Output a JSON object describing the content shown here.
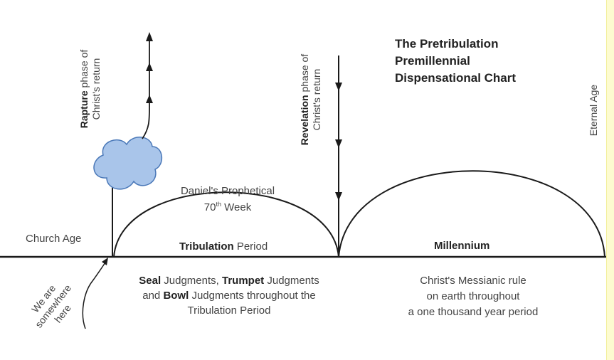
{
  "title": {
    "line1": "The Pretribulation",
    "line2": "Premillennial",
    "line3": "Dispensational Chart"
  },
  "eras": {
    "church_age": "Church Age",
    "tribulation_bold": "Tribulation",
    "tribulation_rest": " Period",
    "millennium": "Millennium",
    "eternal_age": "Eternal Age"
  },
  "daniel": {
    "line1": "Daniel's Prophetical",
    "line2_num": "70",
    "line2_sup": "th",
    "line2_rest": " Week"
  },
  "rapture": {
    "bold": "Rapture",
    "rest": " phase of",
    "line2": "Christ's return"
  },
  "revelation": {
    "bold": "Revelation",
    "rest": " phase of",
    "line2": "Christ's return"
  },
  "judgments": {
    "seal": "Seal",
    "seal_rest": " Judgments, ",
    "trumpet": "Trumpet",
    "trumpet_rest": " Judgments",
    "and": "and ",
    "bowl": "Bowl",
    "bowl_rest": " Judgments throughout the",
    "line3": "Tribulation Period"
  },
  "millennium_desc": {
    "line1": "Christ's Messianic rule",
    "line2": "on earth throughout",
    "line3": "a one thousand year period"
  },
  "we_are": {
    "line1": "We are",
    "line2": "somewhere",
    "line3": "here"
  },
  "colors": {
    "line": "#1a1a1a",
    "cloud_fill": "#a9c5ea",
    "cloud_stroke": "#4a78b8",
    "strip": "#fdfbd0"
  }
}
